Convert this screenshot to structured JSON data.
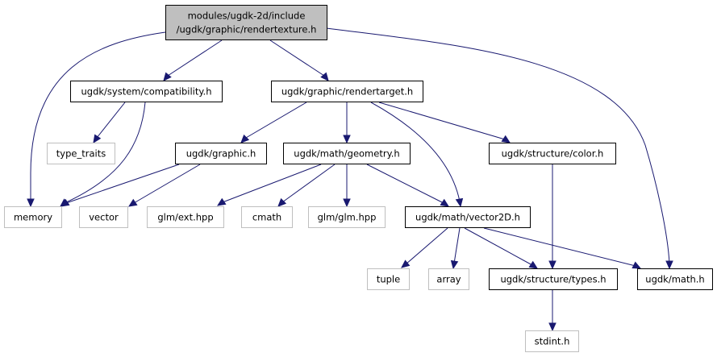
{
  "graph": {
    "edge_color": "#191970",
    "root_fill": "#bfbfbf",
    "node_border": "#000000",
    "external_border": "#bfbfbf",
    "nodes": [
      {
        "id": "root",
        "lines": [
          "modules/ugdk-2d/include",
          "/ugdk/graphic/rendertexture.h"
        ],
        "kind": "root"
      },
      {
        "id": "compat",
        "lines": [
          "ugdk/system/compatibility.h"
        ],
        "kind": "doc"
      },
      {
        "id": "rtarget",
        "lines": [
          "ugdk/graphic/rendertarget.h"
        ],
        "kind": "doc"
      },
      {
        "id": "type_traits",
        "lines": [
          "type_traits"
        ],
        "kind": "ext"
      },
      {
        "id": "graphic",
        "lines": [
          "ugdk/graphic.h"
        ],
        "kind": "doc"
      },
      {
        "id": "geometry",
        "lines": [
          "ugdk/math/geometry.h"
        ],
        "kind": "doc"
      },
      {
        "id": "color",
        "lines": [
          "ugdk/structure/color.h"
        ],
        "kind": "doc"
      },
      {
        "id": "memory",
        "lines": [
          "memory"
        ],
        "kind": "ext"
      },
      {
        "id": "vector",
        "lines": [
          "vector"
        ],
        "kind": "ext"
      },
      {
        "id": "glmext",
        "lines": [
          "glm/ext.hpp"
        ],
        "kind": "ext"
      },
      {
        "id": "cmath",
        "lines": [
          "cmath"
        ],
        "kind": "ext"
      },
      {
        "id": "glmglm",
        "lines": [
          "glm/glm.hpp"
        ],
        "kind": "ext"
      },
      {
        "id": "vector2d",
        "lines": [
          "ugdk/math/vector2D.h"
        ],
        "kind": "doc"
      },
      {
        "id": "tuple",
        "lines": [
          "tuple"
        ],
        "kind": "ext"
      },
      {
        "id": "array",
        "lines": [
          "array"
        ],
        "kind": "ext"
      },
      {
        "id": "types",
        "lines": [
          "ugdk/structure/types.h"
        ],
        "kind": "doc"
      },
      {
        "id": "mathh",
        "lines": [
          "ugdk/math.h"
        ],
        "kind": "doc"
      },
      {
        "id": "stdint",
        "lines": [
          "stdint.h"
        ],
        "kind": "ext"
      }
    ],
    "edges": [
      {
        "from": "root",
        "to": "memory"
      },
      {
        "from": "root",
        "to": "compat"
      },
      {
        "from": "root",
        "to": "rtarget"
      },
      {
        "from": "root",
        "to": "mathh"
      },
      {
        "from": "compat",
        "to": "type_traits"
      },
      {
        "from": "compat",
        "to": "memory"
      },
      {
        "from": "rtarget",
        "to": "graphic"
      },
      {
        "from": "rtarget",
        "to": "geometry"
      },
      {
        "from": "rtarget",
        "to": "color"
      },
      {
        "from": "rtarget",
        "to": "vector2d"
      },
      {
        "from": "graphic",
        "to": "memory"
      },
      {
        "from": "graphic",
        "to": "vector"
      },
      {
        "from": "geometry",
        "to": "glmext"
      },
      {
        "from": "geometry",
        "to": "cmath"
      },
      {
        "from": "geometry",
        "to": "glmglm"
      },
      {
        "from": "geometry",
        "to": "vector2d"
      },
      {
        "from": "color",
        "to": "types"
      },
      {
        "from": "vector2d",
        "to": "tuple"
      },
      {
        "from": "vector2d",
        "to": "array"
      },
      {
        "from": "vector2d",
        "to": "types"
      },
      {
        "from": "vector2d",
        "to": "mathh"
      },
      {
        "from": "types",
        "to": "stdint"
      }
    ]
  }
}
